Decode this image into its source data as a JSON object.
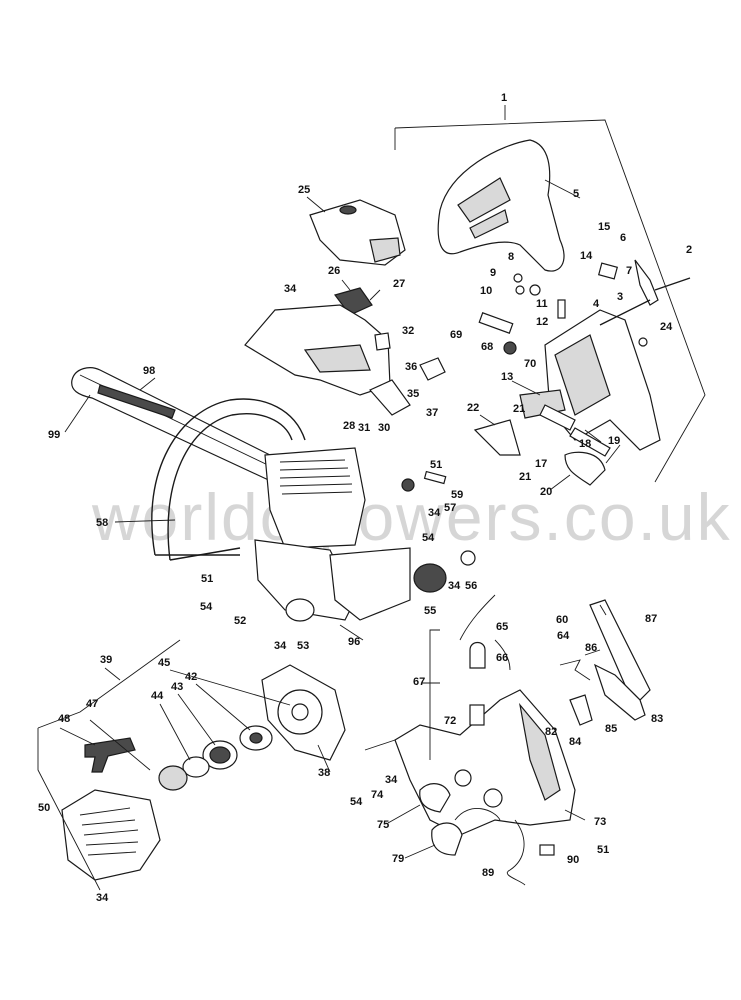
{
  "watermark": "worldofpowers.co.uk",
  "callouts": [
    "1",
    "2",
    "3",
    "4",
    "5",
    "6",
    "7",
    "8",
    "9",
    "10",
    "11",
    "12",
    "13",
    "14",
    "15",
    "17",
    "18",
    "19",
    "20",
    "21",
    "21",
    "22",
    "24",
    "25",
    "26",
    "27",
    "28",
    "30",
    "31",
    "32",
    "34",
    "34",
    "34",
    "34",
    "34",
    "34",
    "35",
    "36",
    "37",
    "38",
    "39",
    "42",
    "43",
    "44",
    "45",
    "47",
    "48",
    "50",
    "51",
    "51",
    "51",
    "52",
    "53",
    "54",
    "54",
    "54",
    "55",
    "56",
    "57",
    "58",
    "59",
    "60",
    "64",
    "65",
    "66",
    "67",
    "68",
    "69",
    "70",
    "72",
    "73",
    "74",
    "75",
    "79",
    "82",
    "83",
    "84",
    "85",
    "86",
    "87",
    "89",
    "90",
    "96",
    "98",
    "99"
  ]
}
